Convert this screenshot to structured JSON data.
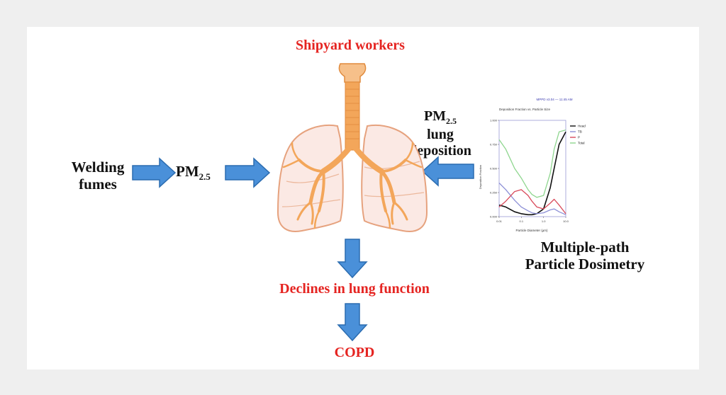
{
  "labels": {
    "top": "Shipyard workers",
    "welding_line1": "Welding",
    "welding_line2": "fumes",
    "pm_base": "PM",
    "pm_sub": "2.5",
    "dep_pm_base": "PM",
    "dep_pm_sub": "2.5",
    "dep_line2": "lung",
    "dep_line3": "deposition",
    "declines": "Declines in lung function",
    "copd": "COPD",
    "mppd_line1": "Multiple-path",
    "mppd_line2": "Particle Dosimetry"
  },
  "colors": {
    "red": "#e52421",
    "arrow_fill": "#4a90d9",
    "arrow_stroke": "#2b6cb0",
    "lung_fill": "#fbe9e4",
    "lung_stroke": "#e6a27e",
    "airway": "#f3a65a"
  },
  "chart_data": {
    "type": "line",
    "title": "Deposition Fraction vs. Particle Size",
    "header": "MPPD v3.04 — 11:45 AM",
    "xlabel": "Particle Diameter (µm)",
    "ylabel": "Deposition Fraction",
    "xscale": "log",
    "xlim": [
      0.01,
      10
    ],
    "ylim": [
      0,
      1
    ],
    "xticks": [
      "0.01",
      "0.1",
      "1.0",
      "10.0"
    ],
    "yticks": [
      "0.000",
      "0.250",
      "0.500",
      "0.750",
      "1.000"
    ],
    "x": [
      0.01,
      0.02,
      0.05,
      0.1,
      0.2,
      0.3,
      0.5,
      1,
      2,
      3,
      5,
      10
    ],
    "series": [
      {
        "name": "Head",
        "color": "#111111",
        "values": [
          0.12,
          0.1,
          0.05,
          0.03,
          0.02,
          0.02,
          0.03,
          0.08,
          0.3,
          0.5,
          0.75,
          0.88
        ]
      },
      {
        "name": "TB",
        "color": "#8c8fd6",
        "values": [
          0.35,
          0.28,
          0.17,
          0.1,
          0.06,
          0.04,
          0.03,
          0.04,
          0.07,
          0.08,
          0.05,
          0.02
        ]
      },
      {
        "name": "P",
        "color": "#d94a5a",
        "values": [
          0.1,
          0.16,
          0.26,
          0.28,
          0.22,
          0.16,
          0.1,
          0.08,
          0.14,
          0.18,
          0.12,
          0.03
        ]
      },
      {
        "name": "Total",
        "color": "#8fd68f",
        "values": [
          0.8,
          0.7,
          0.5,
          0.4,
          0.28,
          0.23,
          0.2,
          0.22,
          0.45,
          0.7,
          0.88,
          0.9
        ]
      }
    ],
    "legend_position": "right",
    "grid": false
  }
}
